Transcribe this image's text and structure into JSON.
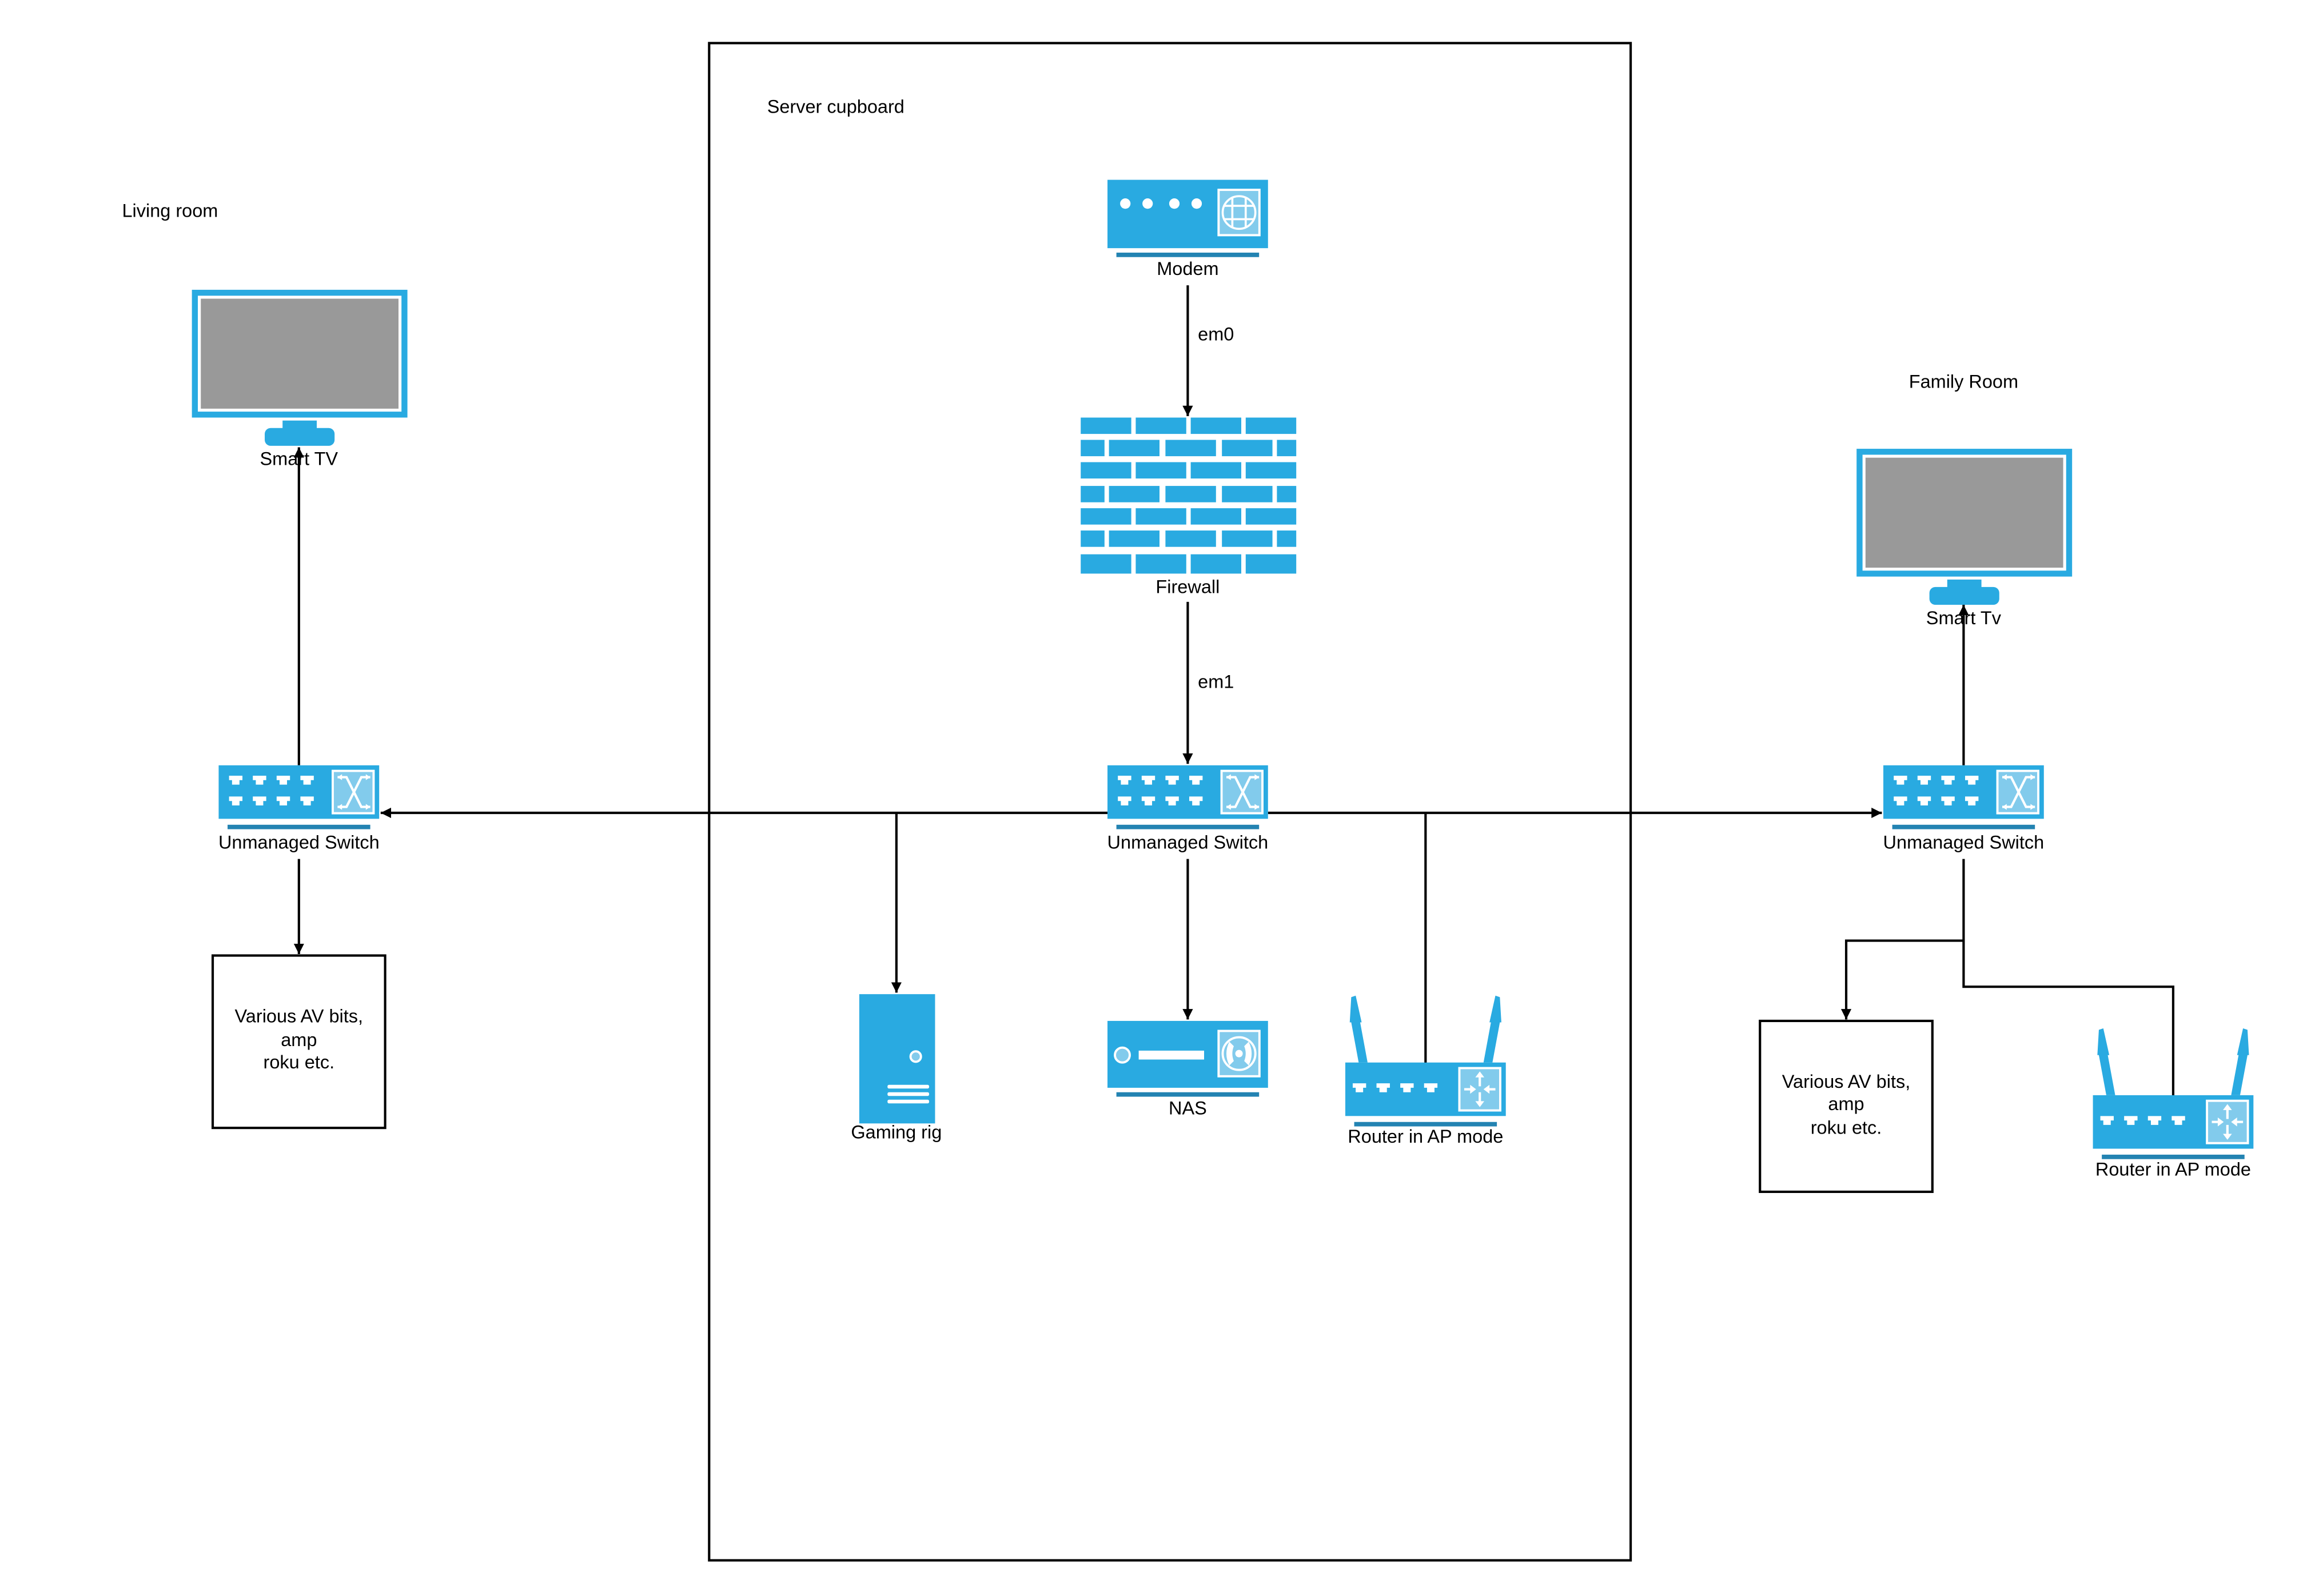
{
  "diagram": {
    "title": "Home network diagram",
    "colors": {
      "device_blue": "#29aae1",
      "device_light_blue": "#82cbec",
      "underline_blue": "#2383b2",
      "tv_screen_gray": "#999999",
      "line": "#000000"
    },
    "groups": {
      "server_cupboard": "Server cupboard",
      "living_room": "Living room",
      "family_room": "Family Room"
    },
    "nodes": {
      "modem": {
        "label": "Modem",
        "icon": "modem-icon"
      },
      "firewall": {
        "label": "Firewall",
        "icon": "firewall-icon"
      },
      "core_switch": {
        "label": "Unmanaged Switch",
        "icon": "switch-icon"
      },
      "gaming_rig": {
        "label": "Gaming rig",
        "icon": "tower-pc-icon"
      },
      "nas": {
        "label": "NAS",
        "icon": "nas-icon"
      },
      "core_router_ap": {
        "label": "Router in AP mode",
        "icon": "wireless-router-icon"
      },
      "living_switch": {
        "label": "Unmanaged Switch",
        "icon": "switch-icon"
      },
      "living_tv": {
        "label": "Smart TV",
        "icon": "tv-icon"
      },
      "living_av": {
        "line1": "Various AV bits,",
        "line2": "amp",
        "line3": "roku etc."
      },
      "family_switch": {
        "label": "Unmanaged Switch",
        "icon": "switch-icon"
      },
      "family_tv": {
        "label": "Smart Tv",
        "icon": "tv-icon"
      },
      "family_av": {
        "line1": "Various AV bits,",
        "line2": "amp",
        "line3": "roku etc."
      },
      "family_router_ap": {
        "label": "Router in AP mode",
        "icon": "wireless-router-icon"
      }
    },
    "edges": [
      {
        "from": "modem",
        "to": "firewall",
        "label": "em0"
      },
      {
        "from": "firewall",
        "to": "core_switch",
        "label": "em1"
      },
      {
        "from": "core_switch",
        "to": "living_switch",
        "label": ""
      },
      {
        "from": "core_switch",
        "to": "family_switch",
        "label": ""
      },
      {
        "from": "core_switch",
        "to": "gaming_rig",
        "label": ""
      },
      {
        "from": "core_switch",
        "to": "nas",
        "label": ""
      },
      {
        "from": "core_switch",
        "to": "core_router_ap",
        "label": ""
      },
      {
        "from": "living_switch",
        "to": "living_tv",
        "label": ""
      },
      {
        "from": "living_switch",
        "to": "living_av",
        "label": ""
      },
      {
        "from": "family_switch",
        "to": "family_tv",
        "label": ""
      },
      {
        "from": "family_switch",
        "to": "family_av",
        "label": ""
      },
      {
        "from": "family_switch",
        "to": "family_router_ap",
        "label": ""
      }
    ]
  }
}
